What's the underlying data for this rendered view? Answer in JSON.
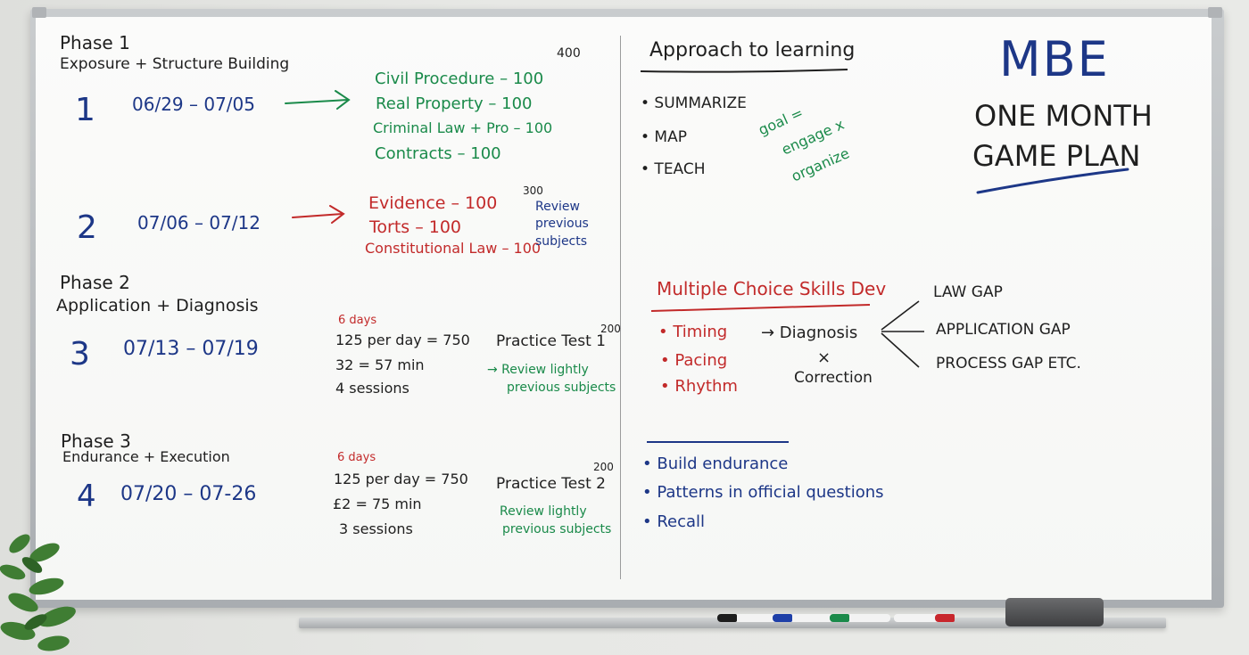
{
  "phase1": {
    "title": "Phase 1",
    "subtitle": "Exposure + Structure Building",
    "total": "400",
    "week1": {
      "num": "1",
      "dates": "06/29 – 07/05",
      "subjects": [
        "Civil Procedure – 100",
        "Real Property – 100",
        "Criminal Law + Pro – 100",
        "Contracts – 100"
      ]
    },
    "week2": {
      "num": "2",
      "dates": "07/06 – 07/12",
      "subjects": [
        "Evidence – 100",
        "Torts – 100",
        "Constitutional Law – 100"
      ],
      "total": "300",
      "review": [
        "Review",
        "previous",
        "subjects"
      ]
    }
  },
  "phase2": {
    "title": "Phase 2",
    "subtitle": "Application + Diagnosis",
    "week3": {
      "num": "3",
      "dates": "07/13 – 07/19",
      "days": "6 days",
      "lines": [
        "125 per day = 750",
        "32 = 57 min",
        "4 sessions"
      ],
      "test": "Practice Test 1",
      "test_score": "200",
      "review": [
        "→ Review lightly",
        "previous subjects"
      ]
    }
  },
  "phase3": {
    "title": "Phase 3",
    "subtitle": "Endurance + Execution",
    "week4": {
      "num": "4",
      "dates": "07/20 – 07-26",
      "days": "6 days",
      "lines": [
        "125 per day = 750",
        "£2 = 75 min",
        "3 sessions"
      ],
      "test": "Practice Test 2",
      "test_score": "200",
      "review": [
        "Review lightly",
        "previous subjects"
      ]
    }
  },
  "approach": {
    "title": "Approach to learning",
    "items": [
      "• SUMMARIZE",
      "• MAP",
      "• TEACH"
    ],
    "goal": [
      "goal =",
      "engage x",
      "organize"
    ]
  },
  "header": {
    "title": "MBE",
    "subtitle_lines": [
      "ONE MONTH",
      "GAME PLAN"
    ]
  },
  "mc_skills": {
    "title": "Multiple Choice Skills Dev",
    "items": [
      "• Timing",
      "• Pacing",
      "• Rhythm"
    ],
    "arrow_label": "→ Diagnosis",
    "times": "×",
    "correction": "Correction",
    "gaps": [
      "LAW GAP",
      "APPLICATION GAP",
      "PROCESS GAP ETC."
    ]
  },
  "endurance": {
    "items": [
      "• Build endurance",
      "• Patterns in official questions",
      "• Recall"
    ]
  },
  "colors": {
    "blue": "#1d3787",
    "green": "#1a8a4a",
    "red": "#c22a2a",
    "black": "#1f1f1f"
  }
}
